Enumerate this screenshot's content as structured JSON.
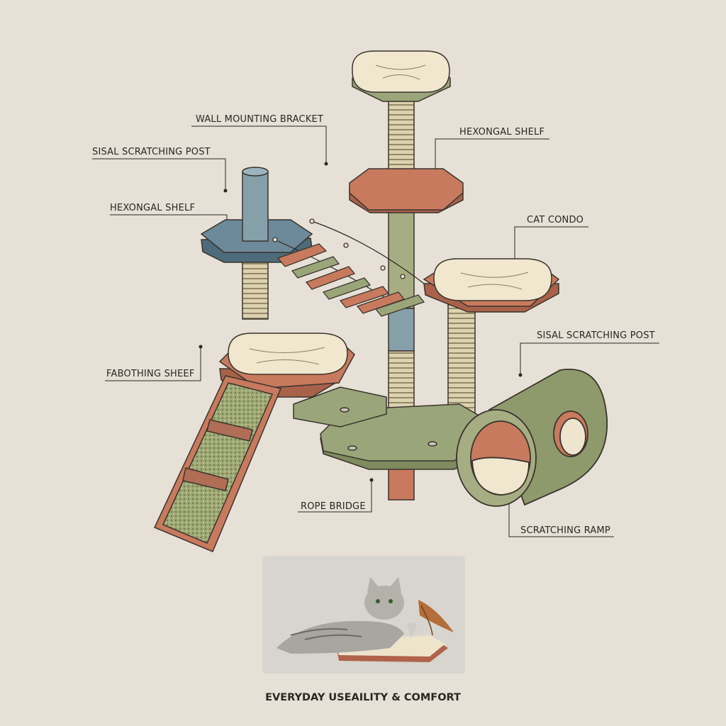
{
  "labels": {
    "wall_mounting_bracket": "WALL MOUNTING BRACKET",
    "sisal_post_left": "SISAL SCRATCHING POST",
    "hex_shelf_left": "HEXONGAL SHELF",
    "hex_shelf_right": "HEXONGAL SHELF",
    "cat_condo": "CAT CONDO",
    "sisal_post_right": "SISAL SCRATCHING POST",
    "lounging_shelf": "FABOTHING SHEEF",
    "rope_bridge": "ROPE BRIDGE",
    "scratching_ramp": "SCRATCHING RAMP"
  },
  "caption": "EVERYDAY USEAILITY & COMFORT",
  "colors": {
    "background": "#e6e0d6",
    "terracotta": "#c87a5e",
    "sage": "#9aa57a",
    "blue": "#7896a0",
    "cushion": "#f1e7cf",
    "sisal": "#ddd2ae",
    "line": "#3a332d"
  }
}
